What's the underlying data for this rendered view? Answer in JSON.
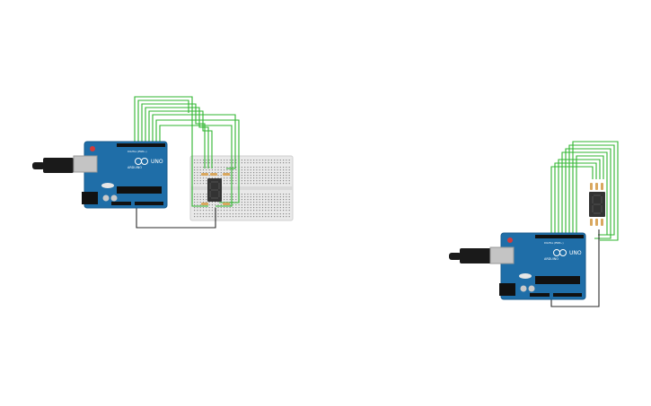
{
  "colors": {
    "background": "#ffffff",
    "board": "#1f6ea8",
    "board_edge": "#175a8c",
    "header": "#111111",
    "wire_green": "#2fb52f",
    "wire_black": "#2a2a2a",
    "breadboard": "#e9e9e9",
    "segment_display": "#333333",
    "resistor": "#d9a75e",
    "usb_plug": "#1a1a1a",
    "usb_port": "#c4c4c4",
    "reset_button": "#d23b3b"
  },
  "circuits": [
    {
      "board": {
        "label": "UNO",
        "brand": "ARDUINO",
        "tx_rx_label": "DIGITAL (PWM~)"
      },
      "has_breadboard": true,
      "display_icon": "seven-segment-display-icon"
    },
    {
      "board": {
        "label": "UNO",
        "brand": "ARDUINO",
        "tx_rx_label": "DIGITAL (PWM~)"
      },
      "has_breadboard": false,
      "display_icon": "seven-segment-display-icon"
    }
  ]
}
